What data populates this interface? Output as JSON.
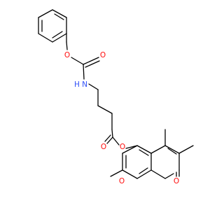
{
  "molecule": {
    "atoms": {
      "o_carbamate_ester": "O",
      "o_carbamate_carbonyl": "O",
      "n_amide": "N",
      "h_amide": "H",
      "o_ester_carbonyl": "O",
      "o_ester_link": "O",
      "o_lactone_ring": "O",
      "o_lactone_carbonyl": "O"
    },
    "colors": {
      "oxygen": "#ff0d0d",
      "nitrogen": "#3050f8",
      "bond": "#000000",
      "background": "#ffffff"
    }
  }
}
